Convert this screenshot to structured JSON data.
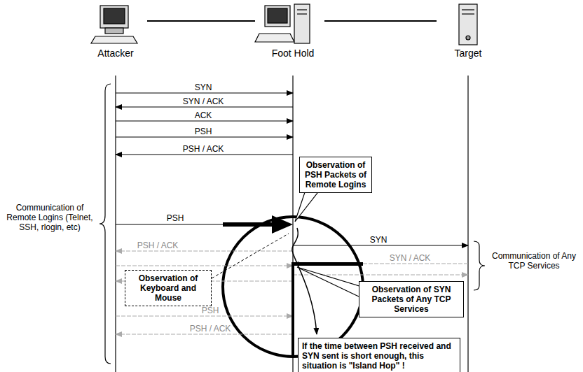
{
  "diagram": {
    "nodes": [
      {
        "text": [
          "Attacker"
        ]
      },
      {
        "text": [
          "Foot Hold"
        ]
      },
      {
        "text": [
          "Target"
        ]
      },
      {
        "text": [
          "Observation of PSH Packets of Remote Logins"
        ]
      },
      {
        "text": [
          "Observation of Keyboard and Mouse"
        ]
      },
      {
        "text": [
          "Observation of SYN Packets of Any TCP Services"
        ]
      },
      {
        "text": [
          "If the time between PSH received and SYN sent is short enough, this situation is \"Island Hop\" !"
        ]
      }
    ],
    "edges": [
      {
        "from": 0,
        "to": 1,
        "arrow": "none"
      },
      {
        "from": 1,
        "to": 2,
        "arrow": "none"
      }
    ],
    "labels": [
      "SYN",
      "SYN / ACK",
      "ACK",
      "PSH",
      "PSH / ACK",
      "PSH",
      "PSH / ACK",
      "PSH",
      "PSH / ACK",
      "SYN",
      "SYN / ACK",
      "Communication of Remote Logins (Telnet, SSH, rlogin, etc)",
      "Communication of Any TCP Services"
    ]
  }
}
